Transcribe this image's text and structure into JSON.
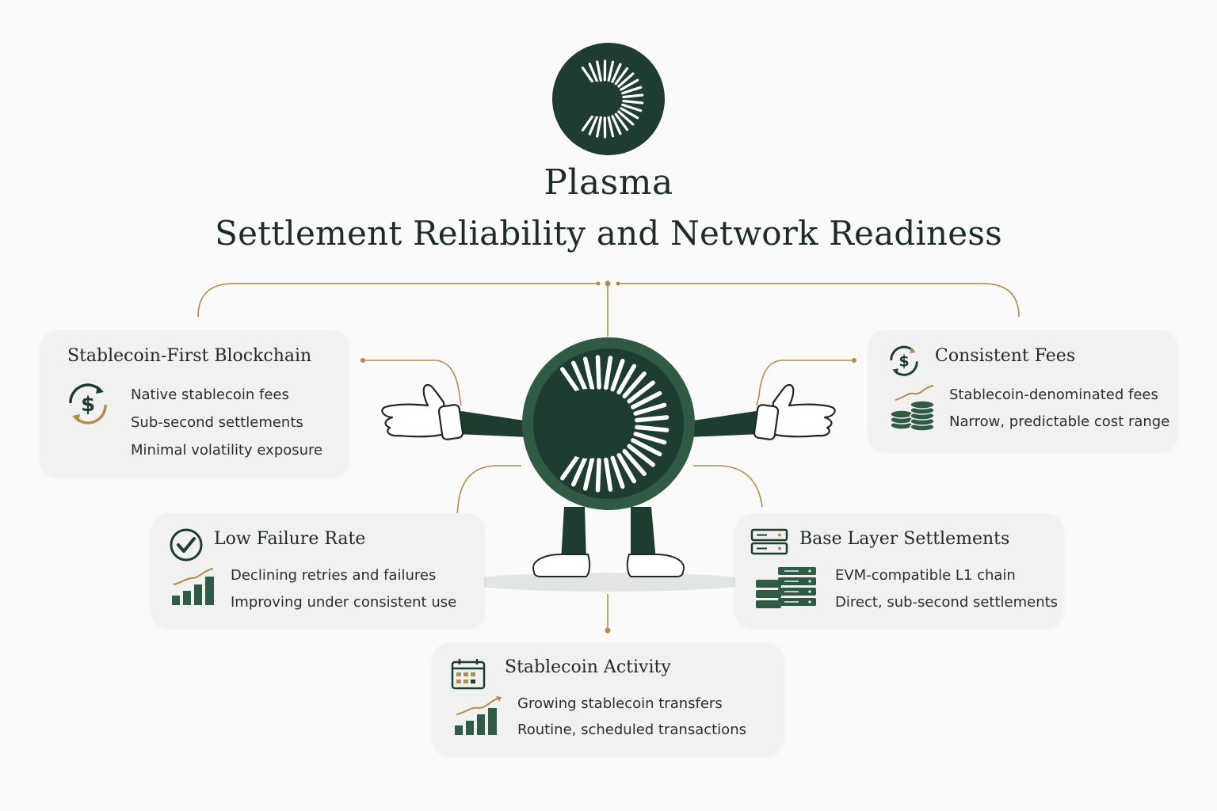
{
  "header": {
    "title": "Plasma",
    "subtitle": "Settlement Reliability and Network Readiness"
  },
  "colors": {
    "dark_green": "#1e3d30",
    "mid_green": "#2f5a43",
    "gold": "#b28d45",
    "card_bg": "#f1f1f1"
  },
  "cards": {
    "stablecoin_first": {
      "title": "Stablecoin-First Blockchain",
      "icon": "dollar-cycle-icon",
      "lines": [
        "Native stablecoin fees",
        "Sub-second settlements",
        "Minimal volatility exposure"
      ]
    },
    "consistent_fees": {
      "title": "Consistent Fees",
      "icon": "dollar-cycle-icon",
      "secondary_icon": "coin-stack-icon",
      "lines": [
        "Stablecoin-denominated fees",
        "Narrow, predictable cost range"
      ]
    },
    "low_failure": {
      "title": "Low Failure Rate",
      "icon": "check-circle-icon",
      "secondary_icon": "bar-chart-icon",
      "lines": [
        "Declining retries and failures",
        "Improving under consistent use"
      ]
    },
    "base_layer": {
      "title": "Base Layer Settlements",
      "icon": "server-icon",
      "secondary_icon": "server-stack-icon",
      "lines": [
        "EVM-compatible L1 chain",
        "Direct, sub-second settlements"
      ]
    },
    "stablecoin_activity": {
      "title": "Stablecoin Activity",
      "icon": "calendar-icon",
      "secondary_icon": "bar-chart-icon",
      "lines": [
        "Growing stablecoin transfers",
        "Routine, scheduled transactions"
      ]
    }
  },
  "mascot": {
    "icon": "plasma-mascot"
  }
}
